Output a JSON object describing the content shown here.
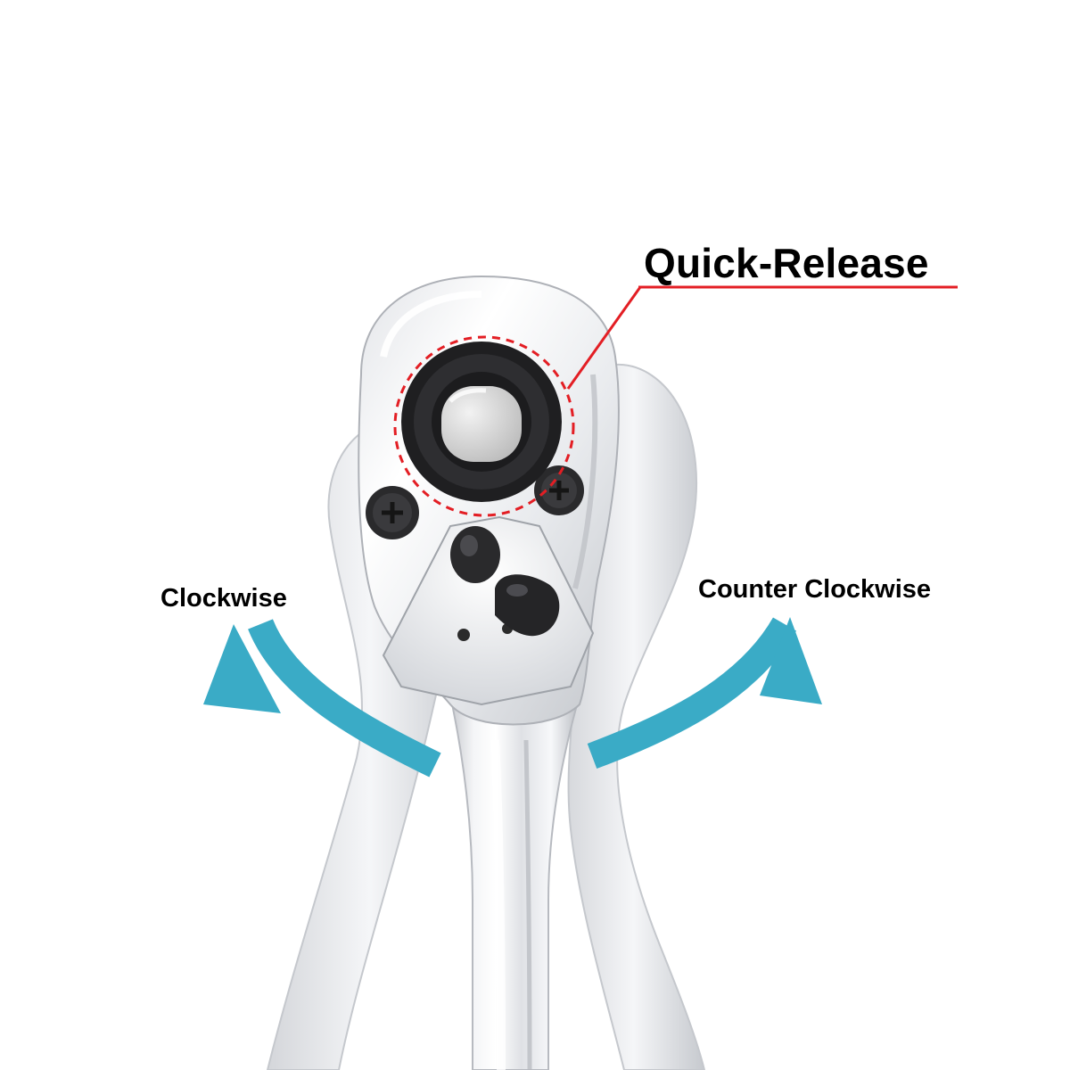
{
  "callout": {
    "title": "Quick-Release",
    "accent_color": "#e31e24"
  },
  "rotation": {
    "clockwise_label": "Clockwise",
    "counter_clockwise_label": "Counter Clockwise",
    "arrow_color": "#3aabc6"
  },
  "icons": {
    "clockwise_arrow": "curved-arrow-up-icon",
    "counter_clockwise_arrow": "curved-arrow-up-icon",
    "callout_circle": "dashed-circle-icon"
  }
}
